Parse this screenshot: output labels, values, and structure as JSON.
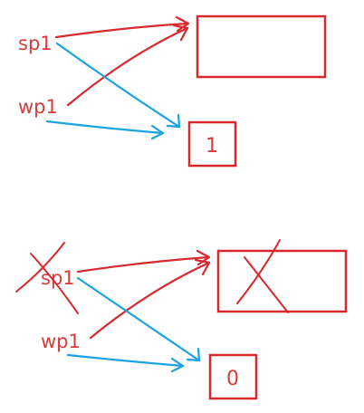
{
  "top": {
    "sp_label": "sp1",
    "wp_label": "wp1",
    "value": "1"
  },
  "bottom": {
    "sp_label": "sp1",
    "wp_label": "wp1",
    "value": "0"
  },
  "colors": {
    "red": "#d8282e",
    "blue": "#1aa3e0"
  }
}
